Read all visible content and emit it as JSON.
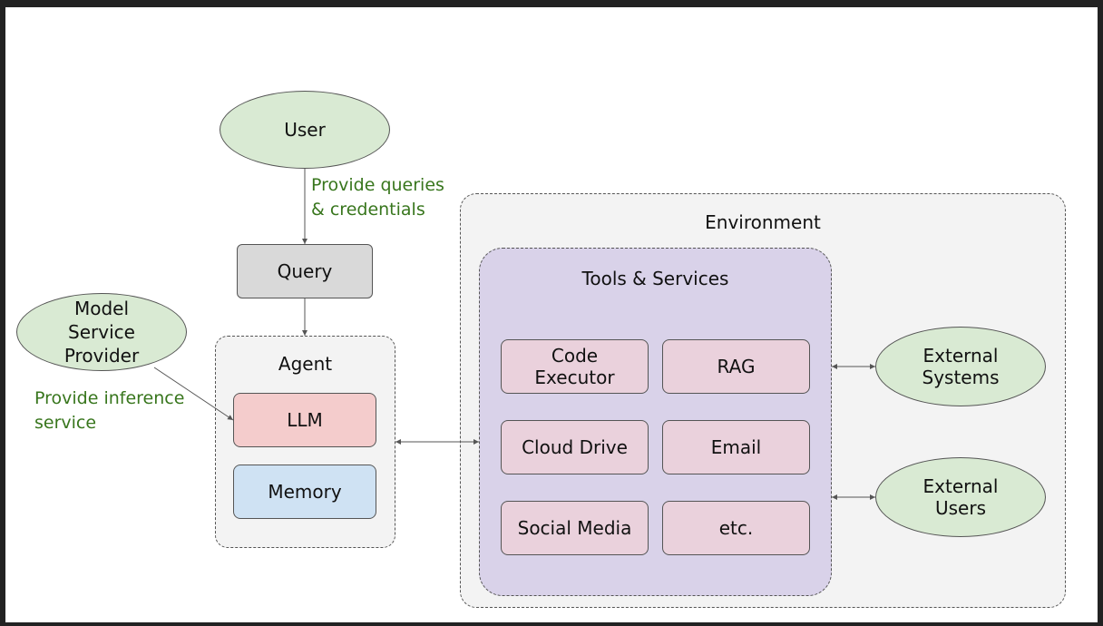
{
  "nodes": {
    "user": "User",
    "query": "Query",
    "model_provider": "Model\nService\nProvider",
    "agent": "Agent",
    "llm": "LLM",
    "memory": "Memory",
    "environment": "Environment",
    "tools_services": "Tools & Services",
    "code_executor": "Code\nExecutor",
    "rag": "RAG",
    "cloud_drive": "Cloud Drive",
    "email": "Email",
    "social_media": "Social Media",
    "etc": "etc.",
    "external_systems": "External\nSystems",
    "external_users": "External\nUsers"
  },
  "labels": {
    "user_to_query": "Provide queries\n& credentials",
    "provider_to_llm": "Provide inference\nservice"
  },
  "colors": {
    "ellipse_fill": "#d9ead3",
    "query_fill": "#d9d9d9",
    "agent_fill": "#f3f3f3",
    "llm_fill": "#f4cccc",
    "memory_fill": "#cfe2f3",
    "environment_fill": "#f3f3f3",
    "tools_fill": "#d9d2e9",
    "tool_item_fill": "#ead1dc",
    "annotation_text": "#38761d"
  }
}
